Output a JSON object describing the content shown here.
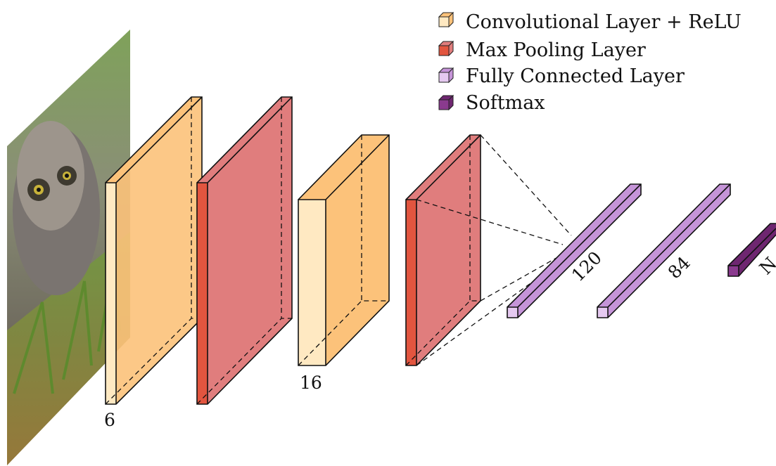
{
  "legend": {
    "conv": "Convolutional Layer + ReLU",
    "pool": "Max Pooling Layer",
    "fc": "Fully Connected Layer",
    "softmax": "Softmax"
  },
  "labels": {
    "conv1": "6",
    "conv2": "16",
    "fc1": "120",
    "fc2": "84",
    "softmax": "N"
  },
  "colors": {
    "conv_front": "#ffe9c2",
    "conv_face": "#fcc27a",
    "pool_front": "#e2553f",
    "pool_face": "#e07d7d",
    "fc_front": "#e5c9f0",
    "fc_face": "#c594d8",
    "softmax_front": "#8a3a8e",
    "softmax_face": "#6e2670"
  }
}
